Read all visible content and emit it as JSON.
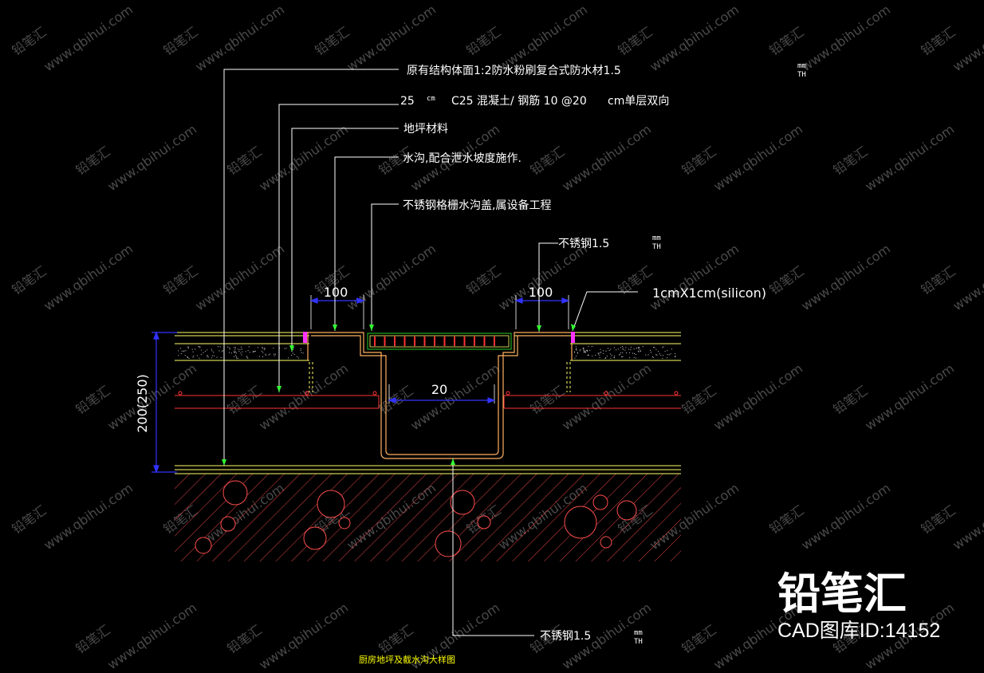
{
  "labels": {
    "structure": "原有结构体面1:2防水粉刷复合式防水材1.5",
    "concrete_prefix": "25",
    "concrete_unit": "cm",
    "concrete": "C25 混凝土/ 钢筋 10 @20",
    "concrete_suffix": "cm单层双向",
    "floor": "地坪材料",
    "channel": "水沟,配合泄水坡度施作.",
    "grate": "不锈钢格栅水沟盖,属设备工程",
    "steel_right": "不锈钢1.5",
    "silicon": "1cmX1cm(silicon)",
    "steel_bottom": "不锈钢1.5"
  },
  "dimensions": {
    "left_width": "100",
    "right_width": "100",
    "channel_width": "20",
    "total_height": "200(250)"
  },
  "unit_marks": {
    "top": "mm",
    "right": "mm",
    "bottom": "mm",
    "sub": "TH"
  },
  "drawing_title": "厨房地坪及截水沟大样图",
  "watermark": {
    "text": "www.qbihui.com",
    "brand": "铅笔汇"
  },
  "brand": {
    "name": "铅笔汇",
    "id_text": "CAD图库ID:14152"
  },
  "colors": {
    "background": "#000000",
    "layer_yellow": "#ffff66",
    "steel_orange": "#ffb060",
    "rebar_red": "#ff3333",
    "dimension_blue": "#3333ff",
    "leader_green": "#33ff33",
    "silicon_magenta": "#ff33ff",
    "hatch_red": "#ff4d4d",
    "grate_green": "#22aa22"
  }
}
